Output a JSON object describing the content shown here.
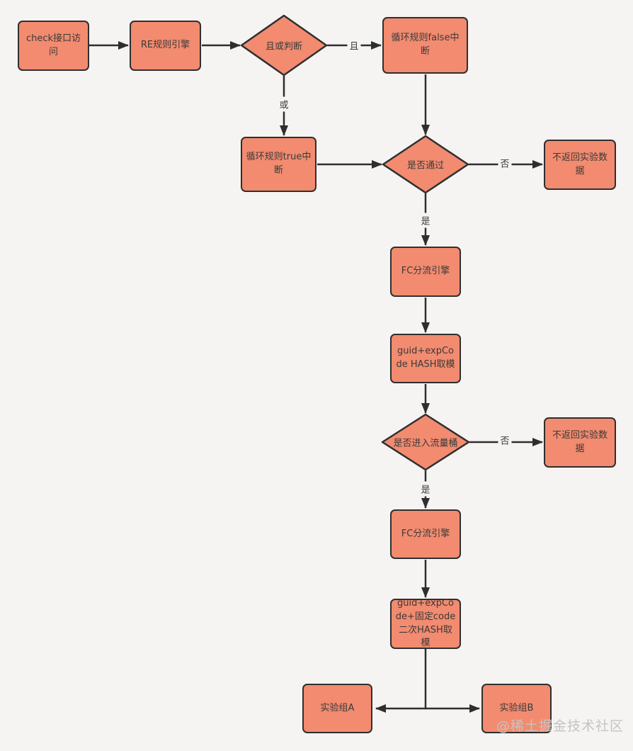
{
  "diagram": {
    "type": "flowchart",
    "colors": {
      "background": "#f5f4f2",
      "node_fill": "#f28b6f",
      "node_border": "#2f2f2f",
      "arrow": "#2e2e2e",
      "text": "#3a3a3a",
      "watermark": "#c6c4c2"
    },
    "nodes": {
      "check": {
        "shape": "rect",
        "label": "check接口访问"
      },
      "re_engine": {
        "shape": "rect",
        "label": "RE规则引擎"
      },
      "and_or": {
        "shape": "diamond",
        "label": "且或判断"
      },
      "loop_false": {
        "shape": "rect",
        "label": "循环规则false中断"
      },
      "loop_true": {
        "shape": "rect",
        "label": "循环规则true中断"
      },
      "pass_check": {
        "shape": "diamond",
        "label": "是否通过"
      },
      "no_data_1": {
        "shape": "rect",
        "label": "不返回实验数据"
      },
      "fc_engine_1": {
        "shape": "rect",
        "label": "FC分流引擎"
      },
      "hash_mod": {
        "shape": "rect",
        "label": "guid+expCode HASH取模"
      },
      "bucket_check": {
        "shape": "diamond",
        "label": "是否进入流量桶"
      },
      "no_data_2": {
        "shape": "rect",
        "label": "不返回实验数据"
      },
      "fc_engine_2": {
        "shape": "rect",
        "label": "FC分流引擎"
      },
      "second_hash": {
        "shape": "rect",
        "label": "guid+expCode+固定code 二次HASH取模"
      },
      "group_a": {
        "shape": "rect",
        "label": "实验组A"
      },
      "group_b": {
        "shape": "rect",
        "label": "实验组B"
      }
    },
    "edge_labels": {
      "and_branch": "且",
      "or_branch": "或",
      "no_1": "否",
      "yes_1": "是",
      "no_2": "否",
      "yes_2": "是"
    },
    "edges": [
      {
        "from": "check",
        "to": "re_engine",
        "label": ""
      },
      {
        "from": "re_engine",
        "to": "and_or",
        "label": ""
      },
      {
        "from": "and_or",
        "to": "loop_false",
        "label": "且"
      },
      {
        "from": "and_or",
        "to": "loop_true",
        "label": "或"
      },
      {
        "from": "loop_false",
        "to": "pass_check",
        "label": ""
      },
      {
        "from": "loop_true",
        "to": "pass_check",
        "label": ""
      },
      {
        "from": "pass_check",
        "to": "no_data_1",
        "label": "否"
      },
      {
        "from": "pass_check",
        "to": "fc_engine_1",
        "label": "是"
      },
      {
        "from": "fc_engine_1",
        "to": "hash_mod",
        "label": ""
      },
      {
        "from": "hash_mod",
        "to": "bucket_check",
        "label": ""
      },
      {
        "from": "bucket_check",
        "to": "no_data_2",
        "label": "否"
      },
      {
        "from": "bucket_check",
        "to": "fc_engine_2",
        "label": "是"
      },
      {
        "from": "fc_engine_2",
        "to": "second_hash",
        "label": ""
      },
      {
        "from": "second_hash",
        "to": "group_a",
        "label": ""
      },
      {
        "from": "second_hash",
        "to": "group_b",
        "label": ""
      }
    ],
    "watermark": "@稀土掘金技术社区"
  }
}
